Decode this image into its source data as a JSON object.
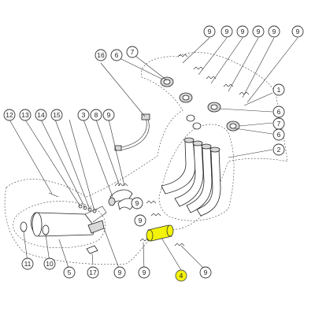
{
  "callouts": [
    {
      "label": "9"
    },
    {
      "label": "9"
    },
    {
      "label": "9"
    },
    {
      "label": "9"
    },
    {
      "label": "9"
    },
    {
      "label": "9"
    },
    {
      "label": "16"
    },
    {
      "label": "6"
    },
    {
      "label": "7"
    },
    {
      "label": "1"
    },
    {
      "label": "6"
    },
    {
      "label": "7"
    },
    {
      "label": "6"
    },
    {
      "label": "2"
    },
    {
      "label": "12"
    },
    {
      "label": "13"
    },
    {
      "label": "14"
    },
    {
      "label": "15"
    },
    {
      "label": "3"
    },
    {
      "label": "8"
    },
    {
      "label": "9"
    },
    {
      "label": "9"
    },
    {
      "label": "9"
    },
    {
      "label": "11"
    },
    {
      "label": "10"
    },
    {
      "label": "5"
    },
    {
      "label": "17"
    },
    {
      "label": "9"
    },
    {
      "label": "9"
    },
    {
      "label": "4"
    },
    {
      "label": "9"
    }
  ],
  "highlight": {
    "part_label": "4",
    "color": "#f2f20a"
  }
}
